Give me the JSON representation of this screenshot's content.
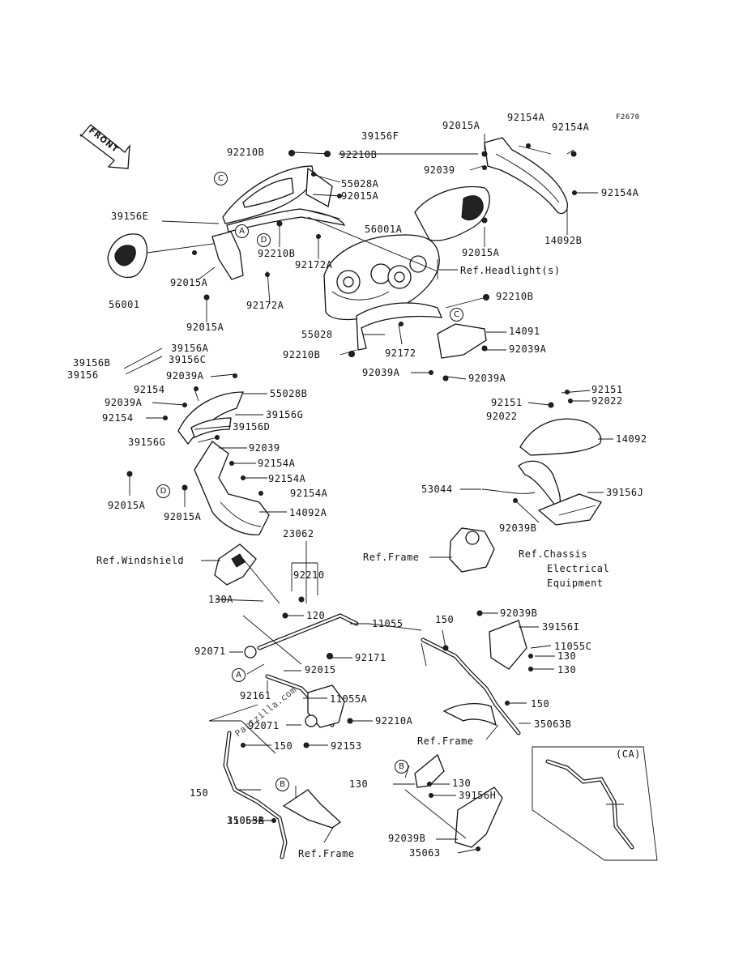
{
  "figure_code": "F2670",
  "front_label": "FRONT",
  "watermark": "Partzilla.com",
  "callouts": {
    "a": "A",
    "b": "B",
    "c": "C",
    "d": "D"
  },
  "ca_label": "(CA)",
  "refs": {
    "headlights": "Ref.Headlight(s)",
    "windshield": "Ref.Windshield",
    "frame": "Ref.Frame",
    "chassis_1": "Ref.Chassis",
    "chassis_2": "Electrical",
    "chassis_3": "Equipment"
  },
  "parts": [
    "39156F",
    "92210B",
    "92210B",
    "55028A",
    "92015A",
    "39156E",
    "56001",
    "92015A",
    "92172A",
    "92015A",
    "92210B",
    "92172A",
    "92015A",
    "92154A",
    "92154A",
    "92039",
    "92154A",
    "56001A",
    "92015A",
    "14092B",
    "92210B",
    "55028",
    "14091",
    "92210B",
    "92172",
    "92039A",
    "92039A",
    "92039A",
    "39156A",
    "39156B",
    "39156C",
    "39156",
    "92039A",
    "92154",
    "55028B",
    "92039A",
    "92154",
    "39156G",
    "39156D",
    "39156G",
    "92039",
    "92154A",
    "92154A",
    "92015A",
    "92015A",
    "92154A",
    "14092A",
    "92151",
    "92151",
    "92022",
    "92022",
    "14092",
    "53044",
    "39156J",
    "92039B",
    "23062",
    "92210",
    "130A",
    "120",
    "11055",
    "150",
    "92039B",
    "39156I",
    "11055C",
    "130",
    "130",
    "92071",
    "92171",
    "92015",
    "92161",
    "11055A",
    "92071",
    "92210A",
    "92153",
    "150",
    "150",
    "35063A",
    "35063B",
    "150",
    "11055B",
    "130",
    "130",
    "39156H",
    "92039B",
    "35063"
  ]
}
